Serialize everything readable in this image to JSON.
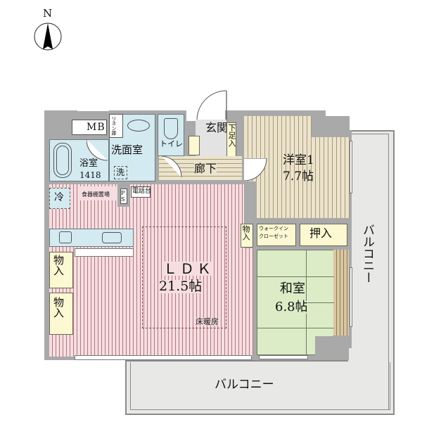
{
  "compass": {
    "label": "N",
    "icon": "north-arrow-icon"
  },
  "rooms": {
    "mb": {
      "label": "MB"
    },
    "linen": {
      "label": "リネン庫"
    },
    "bath": {
      "label": "浴室",
      "size": "1418"
    },
    "washroom": {
      "label": "洗面室",
      "washer": "洗"
    },
    "toilet": {
      "label": "トイレ"
    },
    "entrance": {
      "label": "玄関"
    },
    "shoe_storage": {
      "label": "下足入"
    },
    "hallway": {
      "label": "廊下"
    },
    "western1": {
      "label": "洋室1",
      "size": "7.7帖"
    },
    "fridge": {
      "label": "冷"
    },
    "dish_shelf": {
      "label": "食器棚置場"
    },
    "ps": {
      "label": "PS"
    },
    "phone_stand": {
      "label": "電話台"
    },
    "storage_small": {
      "label": "物入"
    },
    "walk_in_closet": {
      "label": "ウォークインクローゼット",
      "line1": "ウォークイン",
      "line2": "クローゼット"
    },
    "oshiire": {
      "label": "押入"
    },
    "ldk": {
      "label": "ＬＤＫ",
      "size": "21.5帖",
      "floor_heating": "床暖房"
    },
    "storage_left1": {
      "label": "物入"
    },
    "storage_left2": {
      "label": "物入"
    },
    "washitsu": {
      "label": "和室",
      "size": "6.8帖"
    },
    "balcony_right": {
      "label": "バルコニー"
    },
    "balcony_bottom": {
      "label": "バルコニー"
    }
  },
  "colors": {
    "wall": "#a9a9a9",
    "ldk_floor": "#f6dde0",
    "wood_floor": "#ece3cc",
    "wet_area": "#d4eaf1",
    "storage": "#fbf8d2",
    "tatami": "#dcecc7",
    "balcony": "#e8e8e6",
    "entrance": "#e3e3e3"
  }
}
